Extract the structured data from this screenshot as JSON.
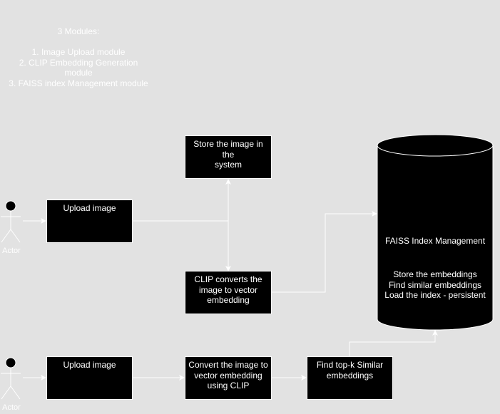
{
  "note": {
    "heading": "3 Modules:",
    "items": [
      "1. Image Upload module",
      "2. CLIP Embedding Generation",
      "module",
      "3. FAISS index Management module"
    ]
  },
  "actors": {
    "top_label": "Actor",
    "bottom_label": "Actor"
  },
  "boxes": {
    "upload_top": "Upload image",
    "store_lines": [
      "Store the image in the",
      "system"
    ],
    "clip_lines": [
      "CLIP converts the",
      "image to vector",
      "embedding"
    ],
    "upload_bottom": "Upload image",
    "convert_lines": [
      "Convert the image to",
      "vector embedding",
      "using CLIP"
    ],
    "topk_lines": [
      "Find top-k Similar",
      "embeddings"
    ]
  },
  "faiss": {
    "title": "FAISS Index Management",
    "lines": [
      "Store the embeddings",
      "Find similar embeddings",
      "Load the index - persistent"
    ]
  },
  "colors": {
    "background": "#e2e2e2",
    "node_fill": "#000000",
    "stroke": "#ffffff",
    "text": "#ffffff"
  }
}
